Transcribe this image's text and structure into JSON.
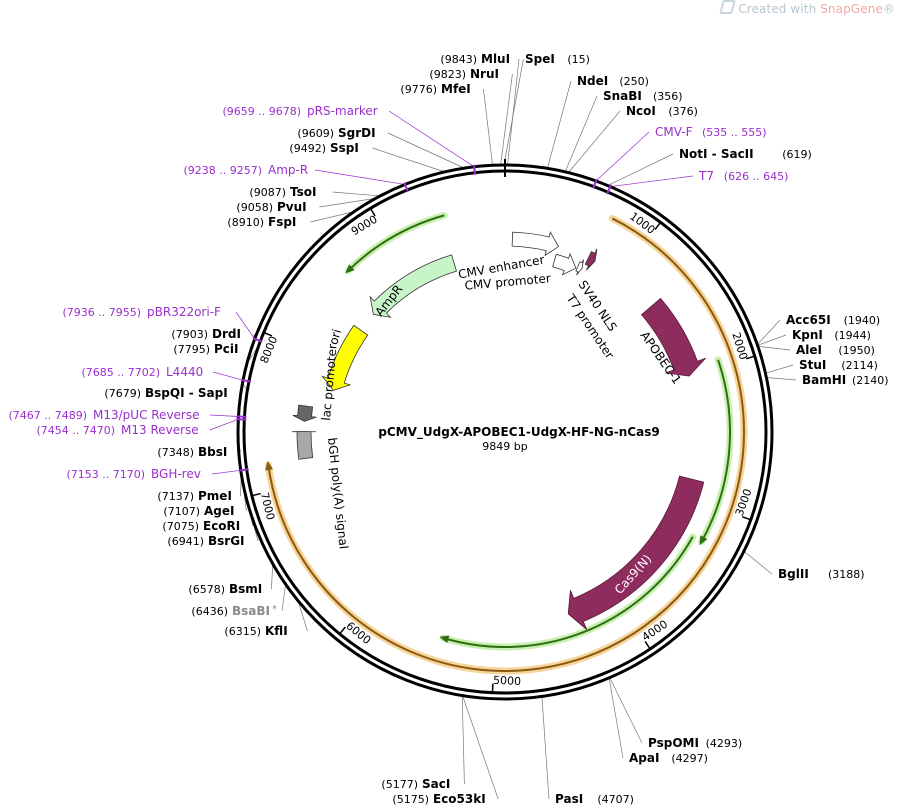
{
  "watermark": {
    "prefix": "Created with ",
    "brand": "SnapGene",
    "reg": "®"
  },
  "plasmid": {
    "name": "pCMV_UdgX-APOBEC1-UdgX-HF-NG-nCas9",
    "size": "9849 bp"
  },
  "colors": {
    "backbone": "#000000",
    "feature_magenta": "#8e2c5e",
    "promoter_white": "#ffffff",
    "ampr_green": "#c8f5c8",
    "ori_yellow": "#ffff00",
    "orf_orange": "#f5a623",
    "orf_green": "#7ecf3a",
    "primer_purple": "#9a2fcf",
    "polyA_grey": "#a8a8a8"
  },
  "ticks": [
    {
      "label": "1000",
      "bp": 1000
    },
    {
      "label": "2000",
      "bp": 2000
    },
    {
      "label": "3000",
      "bp": 3000
    },
    {
      "label": "4000",
      "bp": 4000
    },
    {
      "label": "5000",
      "bp": 5000
    },
    {
      "label": "6000",
      "bp": 6000
    },
    {
      "label": "7000",
      "bp": 7000
    },
    {
      "label": "8000",
      "bp": 8000
    },
    {
      "label": "9000",
      "bp": 9000
    }
  ],
  "sites": [
    {
      "name": "MluI",
      "pos": "(9843)",
      "bp": 9843,
      "side": "left"
    },
    {
      "name": "NruI",
      "pos": "(9823)",
      "bp": 9823,
      "side": "left"
    },
    {
      "name": "MfeI",
      "pos": "(9776)",
      "bp": 9776,
      "side": "left"
    },
    {
      "name": "SgrDI",
      "pos": "(9609)",
      "bp": 9609,
      "side": "left"
    },
    {
      "name": "SspI",
      "pos": "(9492)",
      "bp": 9492,
      "side": "left"
    },
    {
      "name": "TsoI",
      "pos": "(9087)",
      "bp": 9087,
      "side": "left"
    },
    {
      "name": "PvuI",
      "pos": "(9058)",
      "bp": 9058,
      "side": "left"
    },
    {
      "name": "FspI",
      "pos": "(8910)",
      "bp": 8910,
      "side": "left"
    },
    {
      "name": "DrdI",
      "pos": "(7903)",
      "bp": 7903,
      "side": "left"
    },
    {
      "name": "PciI",
      "pos": "(7795)",
      "bp": 7795,
      "side": "left"
    },
    {
      "name": "BspQI - SapI",
      "pos": "(7679)",
      "bp": 7679,
      "side": "left"
    },
    {
      "name": "BbsI",
      "pos": "(7348)",
      "bp": 7348,
      "side": "left"
    },
    {
      "name": "PmeI",
      "pos": "(7137)",
      "bp": 7137,
      "side": "left"
    },
    {
      "name": "AgeI",
      "pos": "(7107)",
      "bp": 7107,
      "side": "left"
    },
    {
      "name": "EcoRI",
      "pos": "(7075)",
      "bp": 7075,
      "side": "left"
    },
    {
      "name": "BsrGI",
      "pos": "(6941)",
      "bp": 6941,
      "side": "left"
    },
    {
      "name": "BsmI",
      "pos": "(6578)",
      "bp": 6578,
      "side": "left"
    },
    {
      "name": "BsaBI",
      "pos": "(6436)",
      "bp": 6436,
      "side": "left",
      "grey": true,
      "suffix": "*"
    },
    {
      "name": "KflI",
      "pos": "(6315)",
      "bp": 6315,
      "side": "left"
    },
    {
      "name": "SacI",
      "pos": "(5177)",
      "bp": 5177,
      "side": "left"
    },
    {
      "name": "Eco53kI",
      "pos": "(5175)",
      "bp": 5175,
      "side": "left"
    },
    {
      "name": "SpeI",
      "pos": "(15)",
      "bp": 15,
      "side": "right"
    },
    {
      "name": "NdeI",
      "pos": "(250)",
      "bp": 250,
      "side": "right"
    },
    {
      "name": "SnaBI",
      "pos": "(356)",
      "bp": 356,
      "side": "right"
    },
    {
      "name": "NcoI",
      "pos": "(376)",
      "bp": 376,
      "side": "right"
    },
    {
      "name": "NotI - SacII",
      "pos": "(619)",
      "bp": 619,
      "side": "right"
    },
    {
      "name": "Acc65I",
      "pos": "(1940)",
      "bp": 1940,
      "side": "right"
    },
    {
      "name": "KpnI",
      "pos": "(1944)",
      "bp": 1944,
      "side": "right"
    },
    {
      "name": "AleI",
      "pos": "(1950)",
      "bp": 1950,
      "side": "right"
    },
    {
      "name": "StuI",
      "pos": "(2114)",
      "bp": 2114,
      "side": "right"
    },
    {
      "name": "BamHI",
      "pos": "(2140)",
      "bp": 2140,
      "side": "right"
    },
    {
      "name": "BglII",
      "pos": "(3188)",
      "bp": 3188,
      "side": "right"
    },
    {
      "name": "PspOMI",
      "pos": "(4293)",
      "bp": 4293,
      "side": "right"
    },
    {
      "name": "ApaI",
      "pos": "(4297)",
      "bp": 4297,
      "side": "right"
    },
    {
      "name": "PasI",
      "pos": "(4707)",
      "bp": 4707,
      "side": "right"
    }
  ],
  "primers": [
    {
      "name": "pRS-marker",
      "pos": "(9659 .. 9678)",
      "bp": 9668,
      "side": "left"
    },
    {
      "name": "Amp-R",
      "pos": "(9238 .. 9257)",
      "bp": 9247,
      "side": "left"
    },
    {
      "name": "pBR322ori-F",
      "pos": "(7936 .. 7955)",
      "bp": 7945,
      "side": "left"
    },
    {
      "name": "L4440",
      "pos": "(7685 .. 7702)",
      "bp": 7693,
      "side": "left"
    },
    {
      "name": "M13/pUC Reverse",
      "pos": "(7467 .. 7489)",
      "bp": 7478,
      "side": "left"
    },
    {
      "name": "M13 Reverse",
      "pos": "(7454 .. 7470)",
      "bp": 7462,
      "side": "left"
    },
    {
      "name": "BGH-rev",
      "pos": "(7153 .. 7170)",
      "bp": 7161,
      "side": "left"
    },
    {
      "name": "CMV-F",
      "pos": "(535 .. 555)",
      "bp": 545,
      "side": "right"
    },
    {
      "name": "T7",
      "pos": "(626 .. 645)",
      "bp": 635,
      "side": "right"
    }
  ],
  "features": [
    {
      "name": "CMV enhancer",
      "start": 60,
      "end": 440,
      "type": "promoter"
    },
    {
      "name": "CMV promoter",
      "start": 440,
      "end": 640,
      "type": "promoter"
    },
    {
      "name": "T7 promoter",
      "start": 650,
      "end": 690,
      "type": "promoter"
    },
    {
      "name": "SV40 NLS",
      "start": 700,
      "end": 760,
      "type": "nls"
    },
    {
      "name": "APOBEC-1",
      "start": 1350,
      "end": 2000,
      "type": "cds"
    },
    {
      "name": "Cas9(N)",
      "start": 2850,
      "end": 4400,
      "type": "cds"
    },
    {
      "name": "lac promoter",
      "start": 7470,
      "end": 7590,
      "type": "promoter"
    },
    {
      "name": "bGH poly(A) signal",
      "start": 7180,
      "end": 7390,
      "type": "polya"
    },
    {
      "name": "ori",
      "start": 7760,
      "end": 8350,
      "type": "ori"
    },
    {
      "name": "AmpR",
      "start": 8530,
      "end": 9390,
      "type": "ampr"
    }
  ],
  "orfs": [
    {
      "name": "orf1",
      "start": 730,
      "end": 7170,
      "ring": "outer"
    },
    {
      "name": "orf2",
      "start": 1950,
      "end": 3260,
      "ring": "inner"
    },
    {
      "name": "orf3",
      "start": 3260,
      "end": 5380,
      "ring": "inner2"
    },
    {
      "name": "orf4",
      "start": 8640,
      "end": 9420,
      "ring": "inner"
    }
  ]
}
